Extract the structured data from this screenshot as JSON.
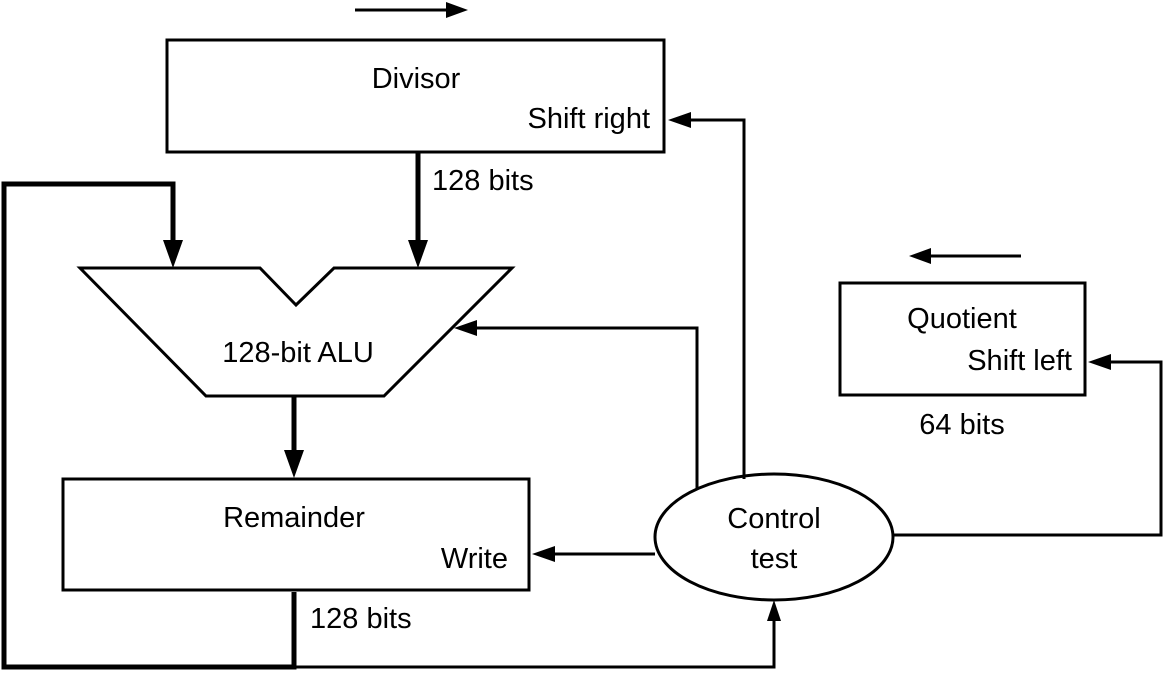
{
  "divisor": {
    "name": "Divisor",
    "control": "Shift right",
    "width_label": "128 bits"
  },
  "alu": {
    "name": "128-bit ALU"
  },
  "remainder": {
    "name": "Remainder",
    "control": "Write",
    "width_label": "128 bits"
  },
  "quotient": {
    "name": "Quotient",
    "control": "Shift left",
    "width_label": "64 bits"
  },
  "control": {
    "line1": "Control",
    "line2": "test"
  },
  "colors": {
    "stroke": "#000000",
    "background": "#ffffff"
  }
}
